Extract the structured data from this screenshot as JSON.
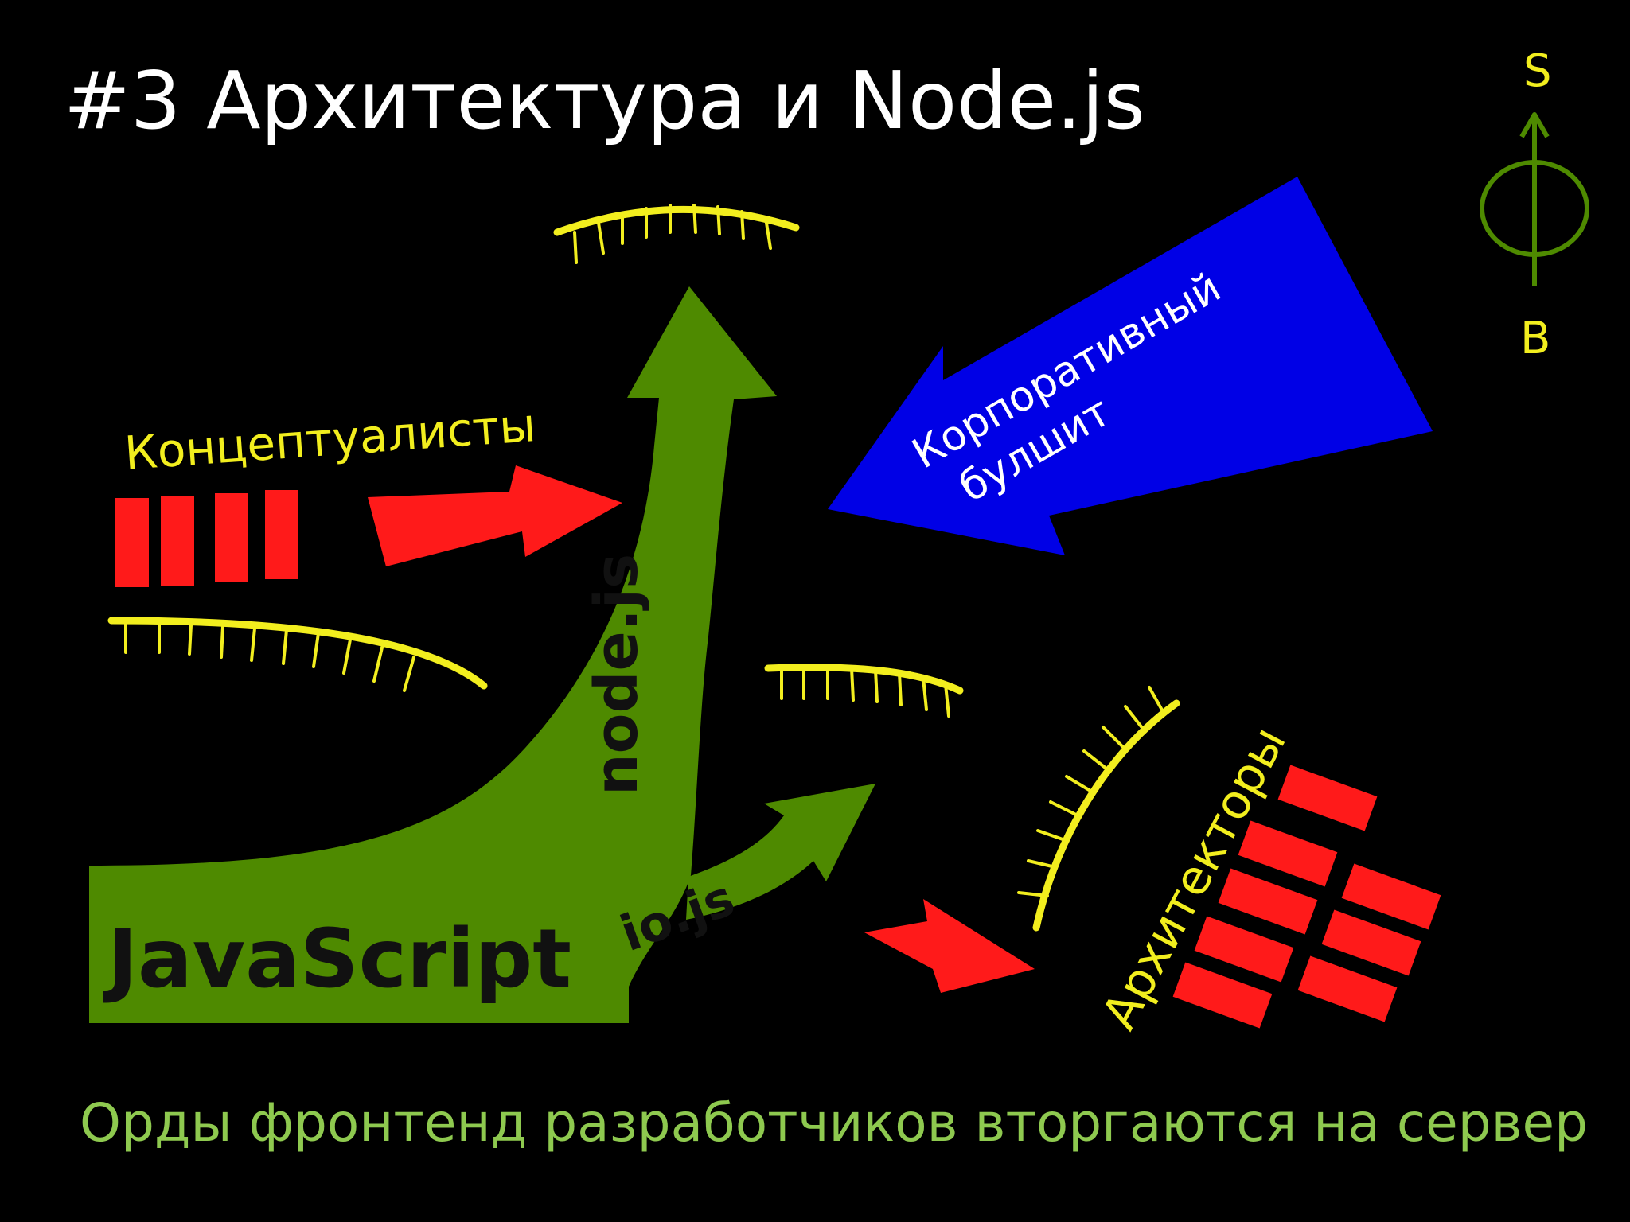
{
  "title": "#3 Архитектура и Node.js",
  "caption": "Орды фронтенд разработчиков вторгаются на сервер",
  "labels": {
    "javascript": "JavaScript",
    "nodejs": "node.js",
    "iojs": "io.js",
    "conceptualists": "Концептуалисты",
    "corporate_line1": "Корпоративный",
    "corporate_line2": "булшит",
    "architects": "Архитекторы",
    "axis_top": "S",
    "axis_bottom": "B"
  },
  "colors": {
    "background": "#000000",
    "title": "#ffffff",
    "caption": "#8ec94f",
    "javascript_shape": "#4e8a00",
    "corporate_arrow": "#0000e6",
    "teams": "#ff1a1a",
    "barriers": "#f2ee1e",
    "labels_yellow": "#f2ee1e",
    "axis_green": "#4e8a00"
  },
  "icons": {
    "top_right_symbol": "phi-axis-icon"
  }
}
